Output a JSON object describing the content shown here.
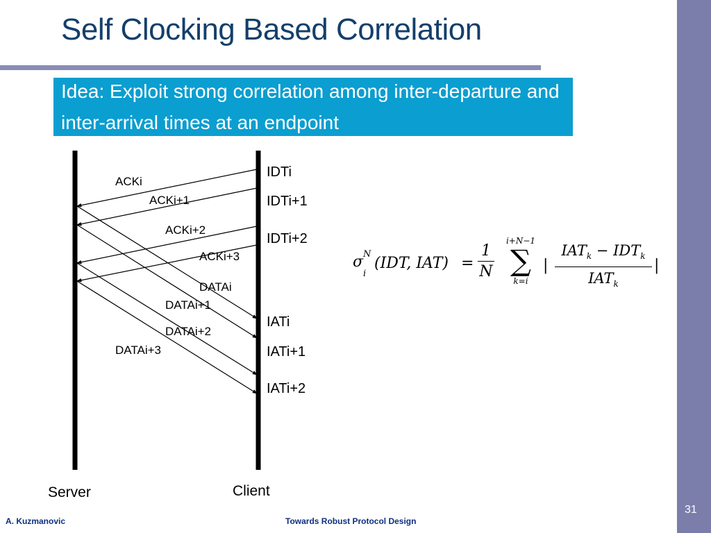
{
  "slide": {
    "title": "Self Clocking Based Correlation",
    "idea": "Idea: Exploit strong correlation among inter-departure and inter-arrival times at an endpoint",
    "page_number": "31"
  },
  "footer": {
    "author": "A. Kuzmanovic",
    "talk_title": "Towards Robust Protocol Design"
  },
  "diagram": {
    "server_label": "Server",
    "client_label": "Client",
    "ack_labels": [
      "ACKi",
      "ACKi+1",
      "ACKi+2",
      "ACKi+3"
    ],
    "data_labels": [
      "DATAi",
      "DATAi+1",
      "DATAi+2",
      "DATAi+3"
    ],
    "idt_labels": [
      "IDTi",
      "IDTi+1",
      "IDTi+2"
    ],
    "iat_labels": [
      "IATi",
      "IATi+1",
      "IATi+2"
    ]
  },
  "formula": {
    "sigma": "σ",
    "sup_n": "N",
    "sub_i": "i",
    "args": "(IDT, IAT)",
    "eq": "=",
    "frac_num": "1",
    "frac_den": "N",
    "sum_upper": "i+N−1",
    "sum_symbol": "∑",
    "sum_lower": "k=i",
    "abs_bar": "|",
    "ratio_num_a": "IAT",
    "ratio_minus": " − ",
    "ratio_num_b": "IDT",
    "ratio_den": "IAT",
    "k": "k"
  }
}
